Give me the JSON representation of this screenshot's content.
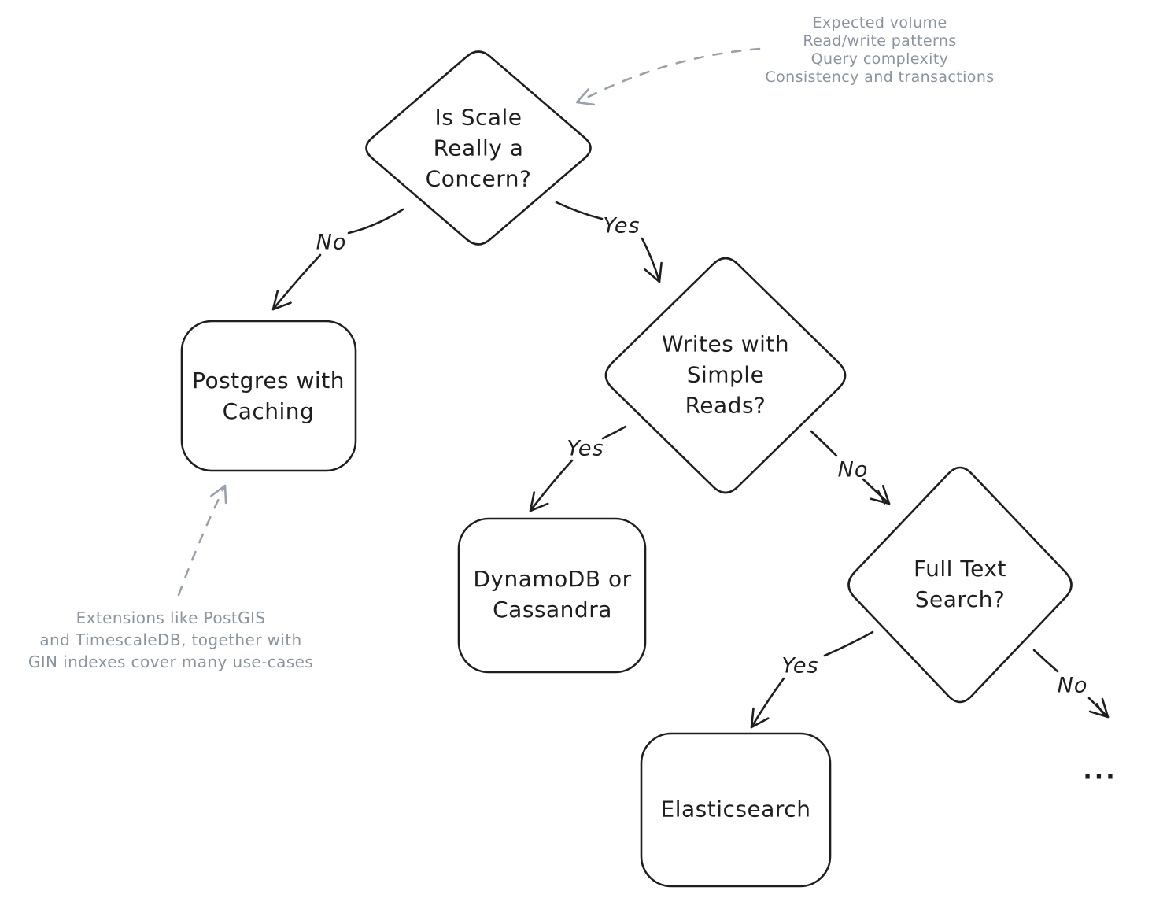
{
  "diagram": {
    "kind": "flowchart",
    "topic": "database selection decision tree"
  },
  "colors": {
    "ink": "#1e1e1e",
    "muted": "#8a939e",
    "background": "#ffffff"
  },
  "nodes": {
    "scale": {
      "shape": "diamond",
      "label": "Is Scale\nReally a\nConcern?"
    },
    "postgres": {
      "shape": "rounded-rect",
      "label": "Postgres with\nCaching"
    },
    "writes": {
      "shape": "diamond",
      "label": "Writes with\nSimple\nReads?"
    },
    "dynamo": {
      "shape": "rounded-rect",
      "label": "DynamoDB or\nCassandra"
    },
    "fulltext": {
      "shape": "diamond",
      "label": "Full Text\nSearch?"
    },
    "elastic": {
      "shape": "rounded-rect",
      "label": "Elasticsearch"
    },
    "more": {
      "shape": "text",
      "label": "..."
    }
  },
  "edges": {
    "scale_no": {
      "from": "scale",
      "to": "postgres",
      "label": "No"
    },
    "scale_yes": {
      "from": "scale",
      "to": "writes",
      "label": "Yes"
    },
    "writes_yes": {
      "from": "writes",
      "to": "dynamo",
      "label": "Yes"
    },
    "writes_no": {
      "from": "writes",
      "to": "fulltext",
      "label": "No"
    },
    "fulltext_yes": {
      "from": "fulltext",
      "to": "elastic",
      "label": "Yes"
    },
    "fulltext_no": {
      "from": "fulltext",
      "to": "more",
      "label": "No"
    }
  },
  "annotations": {
    "considerations": {
      "target": "scale",
      "text": "Expected volume\nRead/write patterns\nQuery complexity\nConsistency and transactions"
    },
    "postgres_note": {
      "target": "postgres",
      "text": "Extensions like PostGIS\nand TimescaleDB, together with\nGIN indexes cover many use-cases"
    }
  }
}
